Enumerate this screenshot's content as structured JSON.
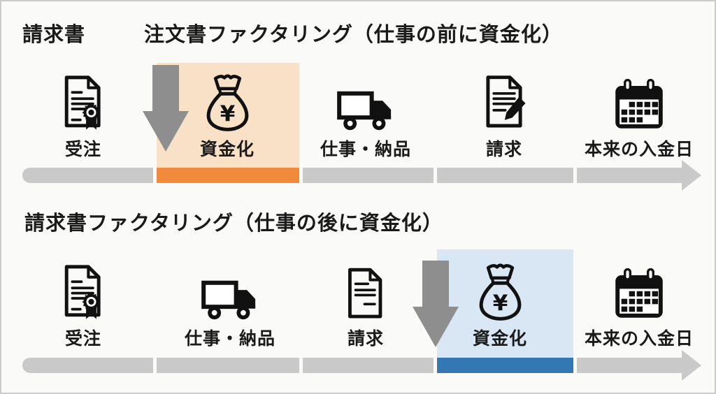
{
  "header": {
    "corner_label": "請求書"
  },
  "rows": [
    {
      "title": "注文書ファクタリング（仕事の前に資金化）",
      "highlighted_step": "資金化",
      "steps": [
        {
          "label": "受注",
          "icon": "certificate-document-icon"
        },
        {
          "label": "資金化",
          "icon": "money-bag-yen-icon",
          "highlighted": true
        },
        {
          "label": "仕事・納品",
          "icon": "delivery-truck-icon"
        },
        {
          "label": "請求",
          "icon": "invoice-pencil-icon"
        },
        {
          "label": "本来の入金日",
          "icon": "calendar-icon"
        }
      ]
    },
    {
      "title": "請求書ファクタリング（仕事の後に資金化）",
      "highlighted_step": "資金化",
      "steps": [
        {
          "label": "受注",
          "icon": "certificate-document-icon"
        },
        {
          "label": "仕事・納品",
          "icon": "delivery-truck-icon"
        },
        {
          "label": "請求",
          "icon": "invoice-document-icon"
        },
        {
          "label": "資金化",
          "icon": "money-bag-yen-icon",
          "highlighted": true
        },
        {
          "label": "本来の入金日",
          "icon": "calendar-icon"
        }
      ]
    }
  ],
  "icons": {
    "money_bag_currency": "¥"
  },
  "colors": {
    "orange_accent": "#F18A3C",
    "orange_light": "#F9E1C8",
    "blue_accent": "#3377B5",
    "blue_light": "#D8E7F3",
    "bar_gray": "#C9C9C9",
    "arrow_gray": "#8E8E8E",
    "text": "#1A1A1A",
    "background": "#FAFAF8",
    "border": "#CBCBC9",
    "icon_black": "#111111"
  }
}
